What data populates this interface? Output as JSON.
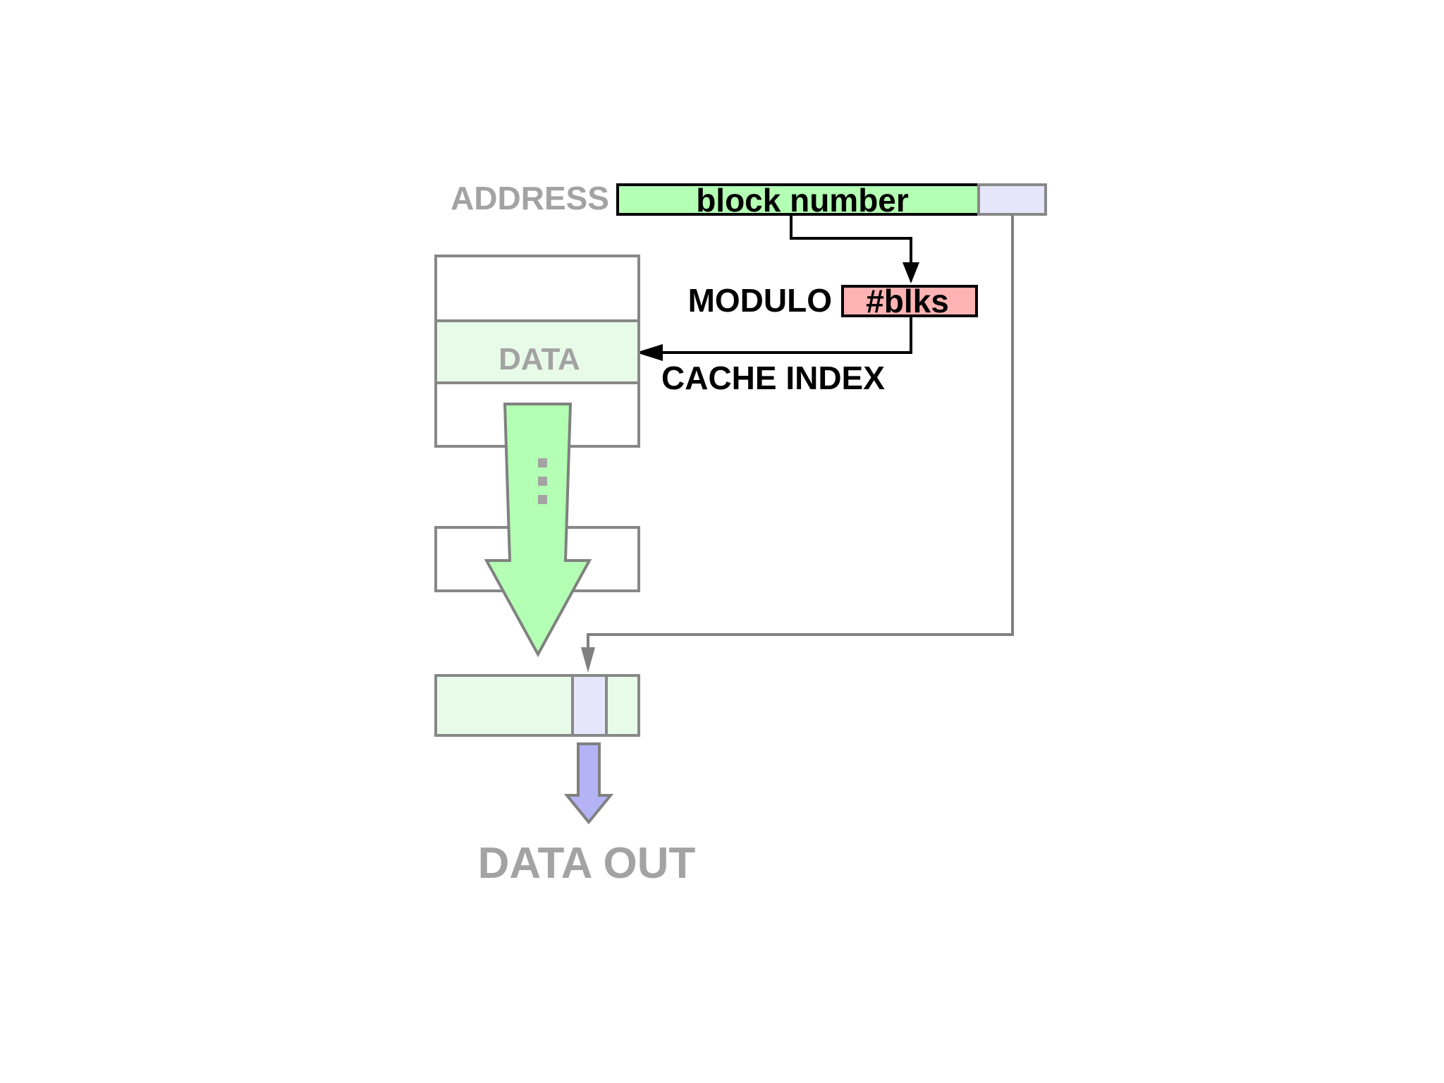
{
  "address": {
    "label": "ADDRESS",
    "field_label": "block number"
  },
  "modulo": {
    "label": "MODULO",
    "box_label": "#blks"
  },
  "cache_index_label": "CACHE INDEX",
  "cache": {
    "data_row_label": "DATA",
    "ellipsis": "⋮"
  },
  "output": {
    "label": "DATA OUT"
  },
  "colors": {
    "block_number_fill": "#b3ffb3",
    "offset_fill": "#e6e6fa",
    "modulo_fill": "#ffb3b3",
    "data_row_fill": "#e8fbe8",
    "big_arrow_fill": "#b3ffb3",
    "out_arrow_fill": "#b3b3f5",
    "gray_text": "#a3a3a3",
    "black_line": "#000000",
    "gray_line": "#808080"
  }
}
